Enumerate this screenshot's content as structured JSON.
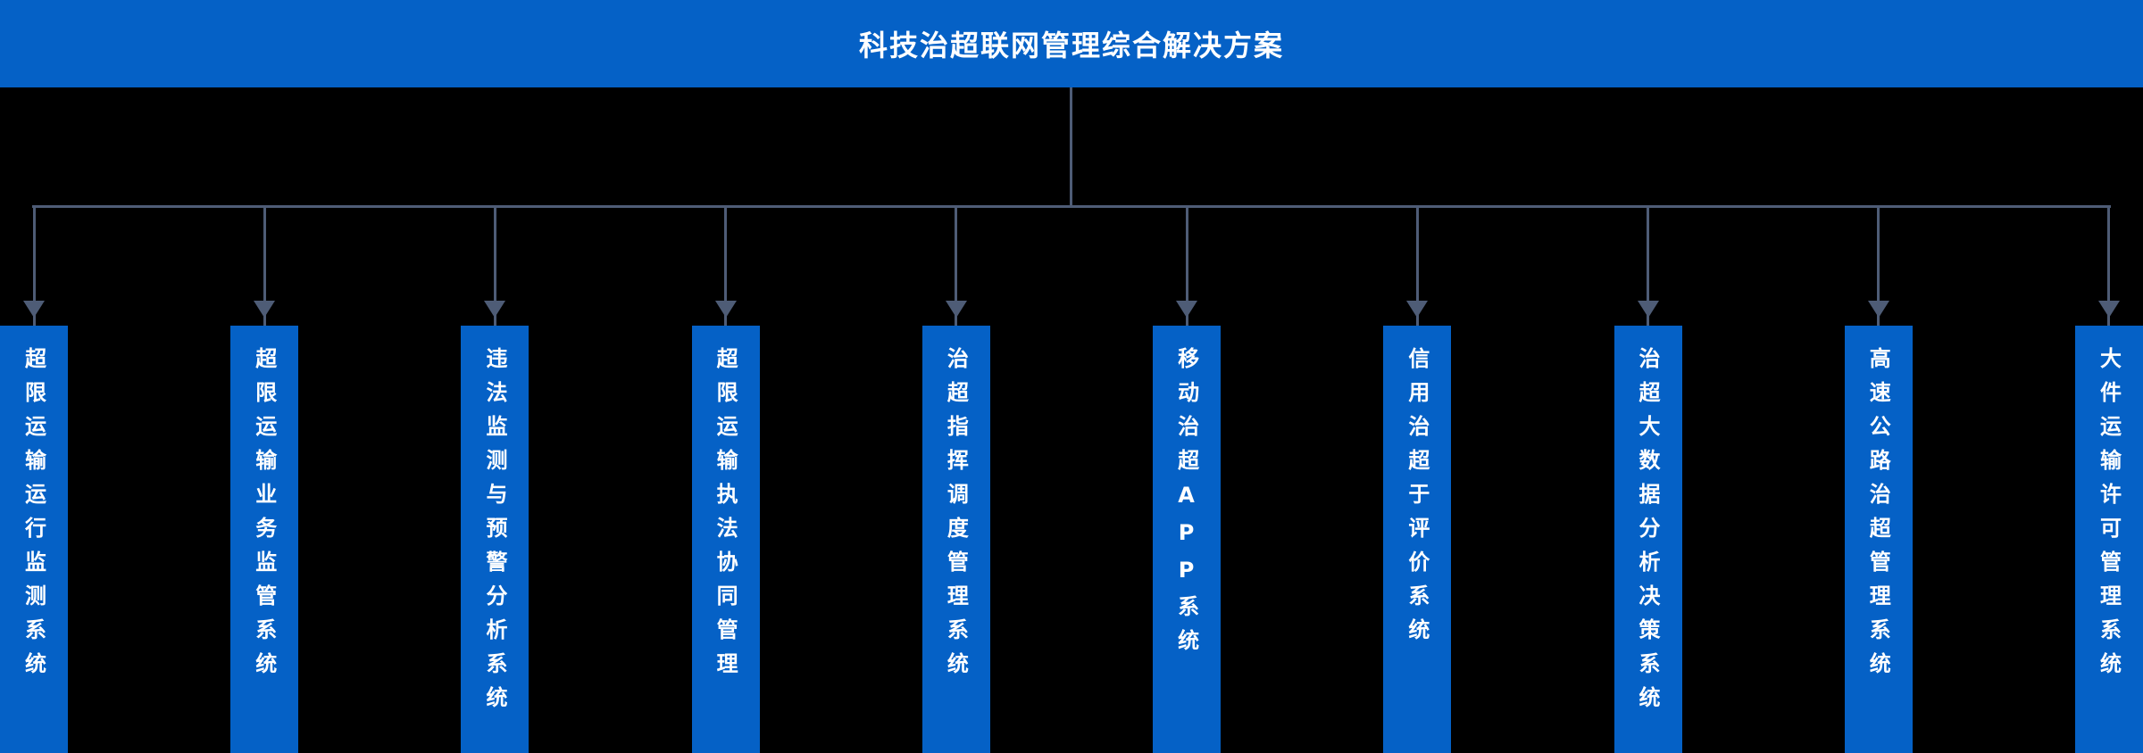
{
  "header": {
    "title": "科技治超联网管理综合解决方案"
  },
  "systems": [
    {
      "label": "超限运输运行监测系统"
    },
    {
      "label": "超限运输业务监管系统"
    },
    {
      "label": "违法监测与预警分析系统"
    },
    {
      "label": "超限运输执法协同管理"
    },
    {
      "label": "治超指挥调度管理系统"
    },
    {
      "label": "移动治超APP系统"
    },
    {
      "label": "信用治超于评价系统"
    },
    {
      "label": "治超大数据分析决策系统"
    },
    {
      "label": "高速公路治超管理系统"
    },
    {
      "label": "大件运输许可管理系统"
    }
  ],
  "icons": {
    "branch_arrow": "arrow-down-icon"
  },
  "colors": {
    "background": "#000000",
    "primary_blue": "#0561C6",
    "connector": "#4E5C76",
    "text": "#FFFFFF"
  }
}
